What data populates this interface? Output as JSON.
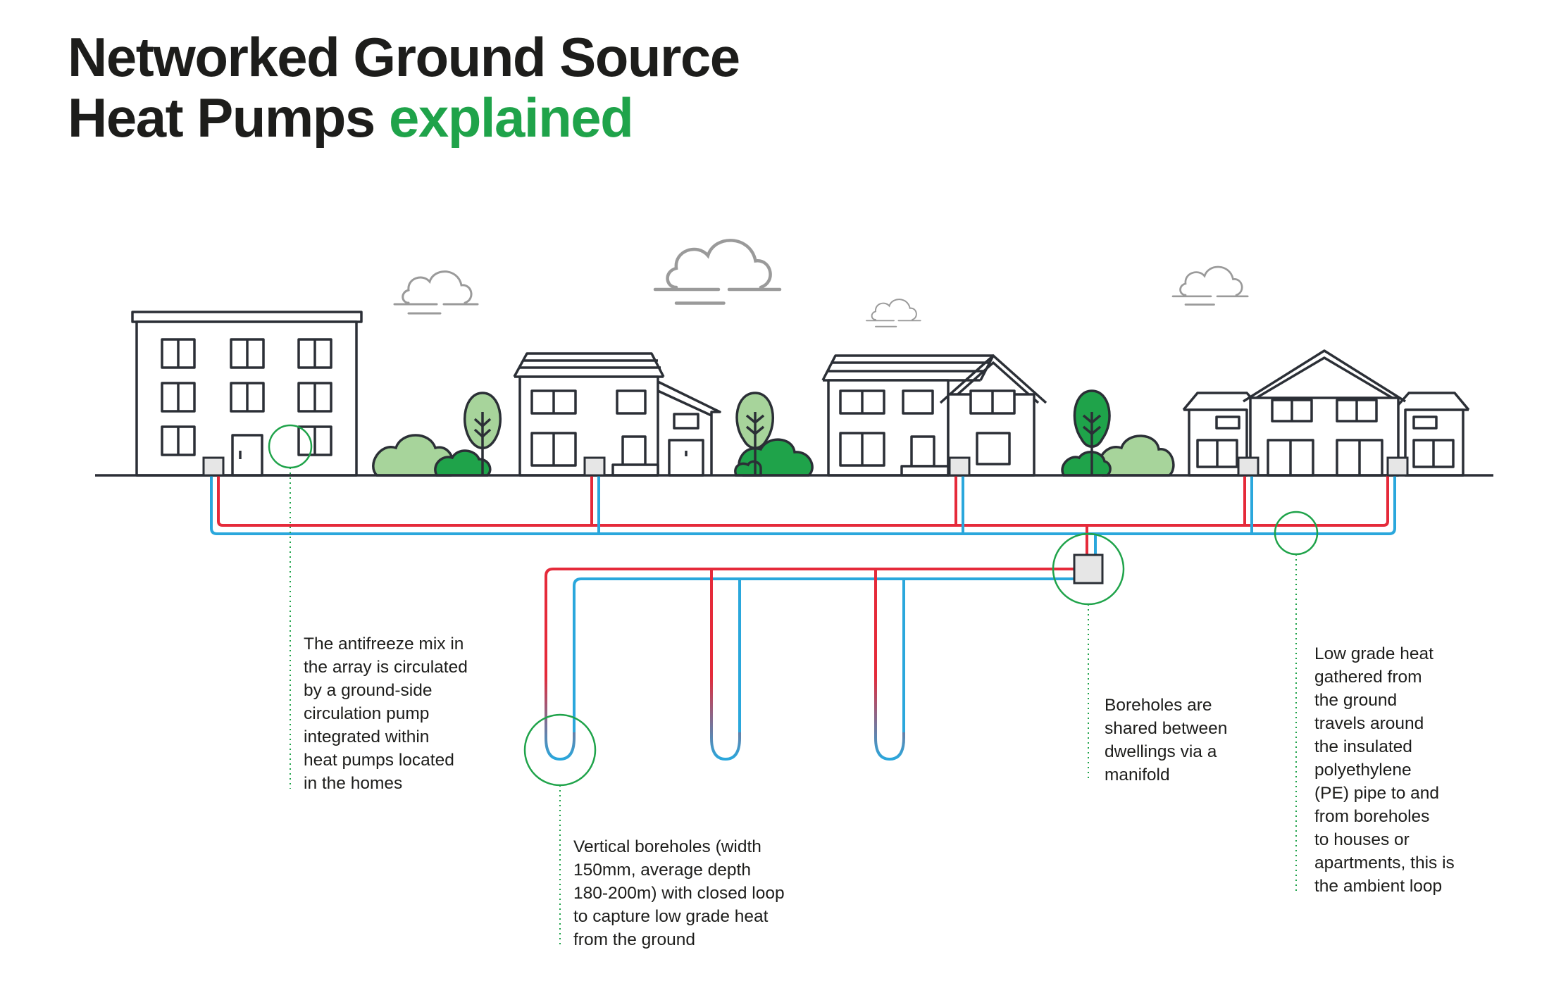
{
  "title": {
    "line1": "Networked Ground Source",
    "line2_main": "Heat Pumps",
    "line2_accent": "explained"
  },
  "colors": {
    "outline": "#2b2f36",
    "accent_green": "#1fa34a",
    "light_green": "#a7d49b",
    "hot_pipe": "#e52a3a",
    "cold_pipe": "#2aa7dc",
    "cloud": "#9a9a9a",
    "unit_fill": "#e6e6e6"
  },
  "callouts": {
    "antifreeze": "The antifreeze mix in\nthe array is circulated\nby a ground-side\ncirculation pump\nintegrated within\nheat pumps located\nin the homes",
    "boreholes": "Vertical boreholes (width\n150mm, average depth\n180-200m) with closed loop\nto capture low grade heat\nfrom the ground",
    "manifold": "Boreholes are\nshared between\ndwellings via a\nmanifold",
    "ambient_loop": "Low grade heat\ngathered from\nthe ground\ntravels around\nthe insulated\npolyethylene\n(PE) pipe to and\nfrom boreholes\nto houses or\napartments, this is\nthe ambient loop"
  }
}
